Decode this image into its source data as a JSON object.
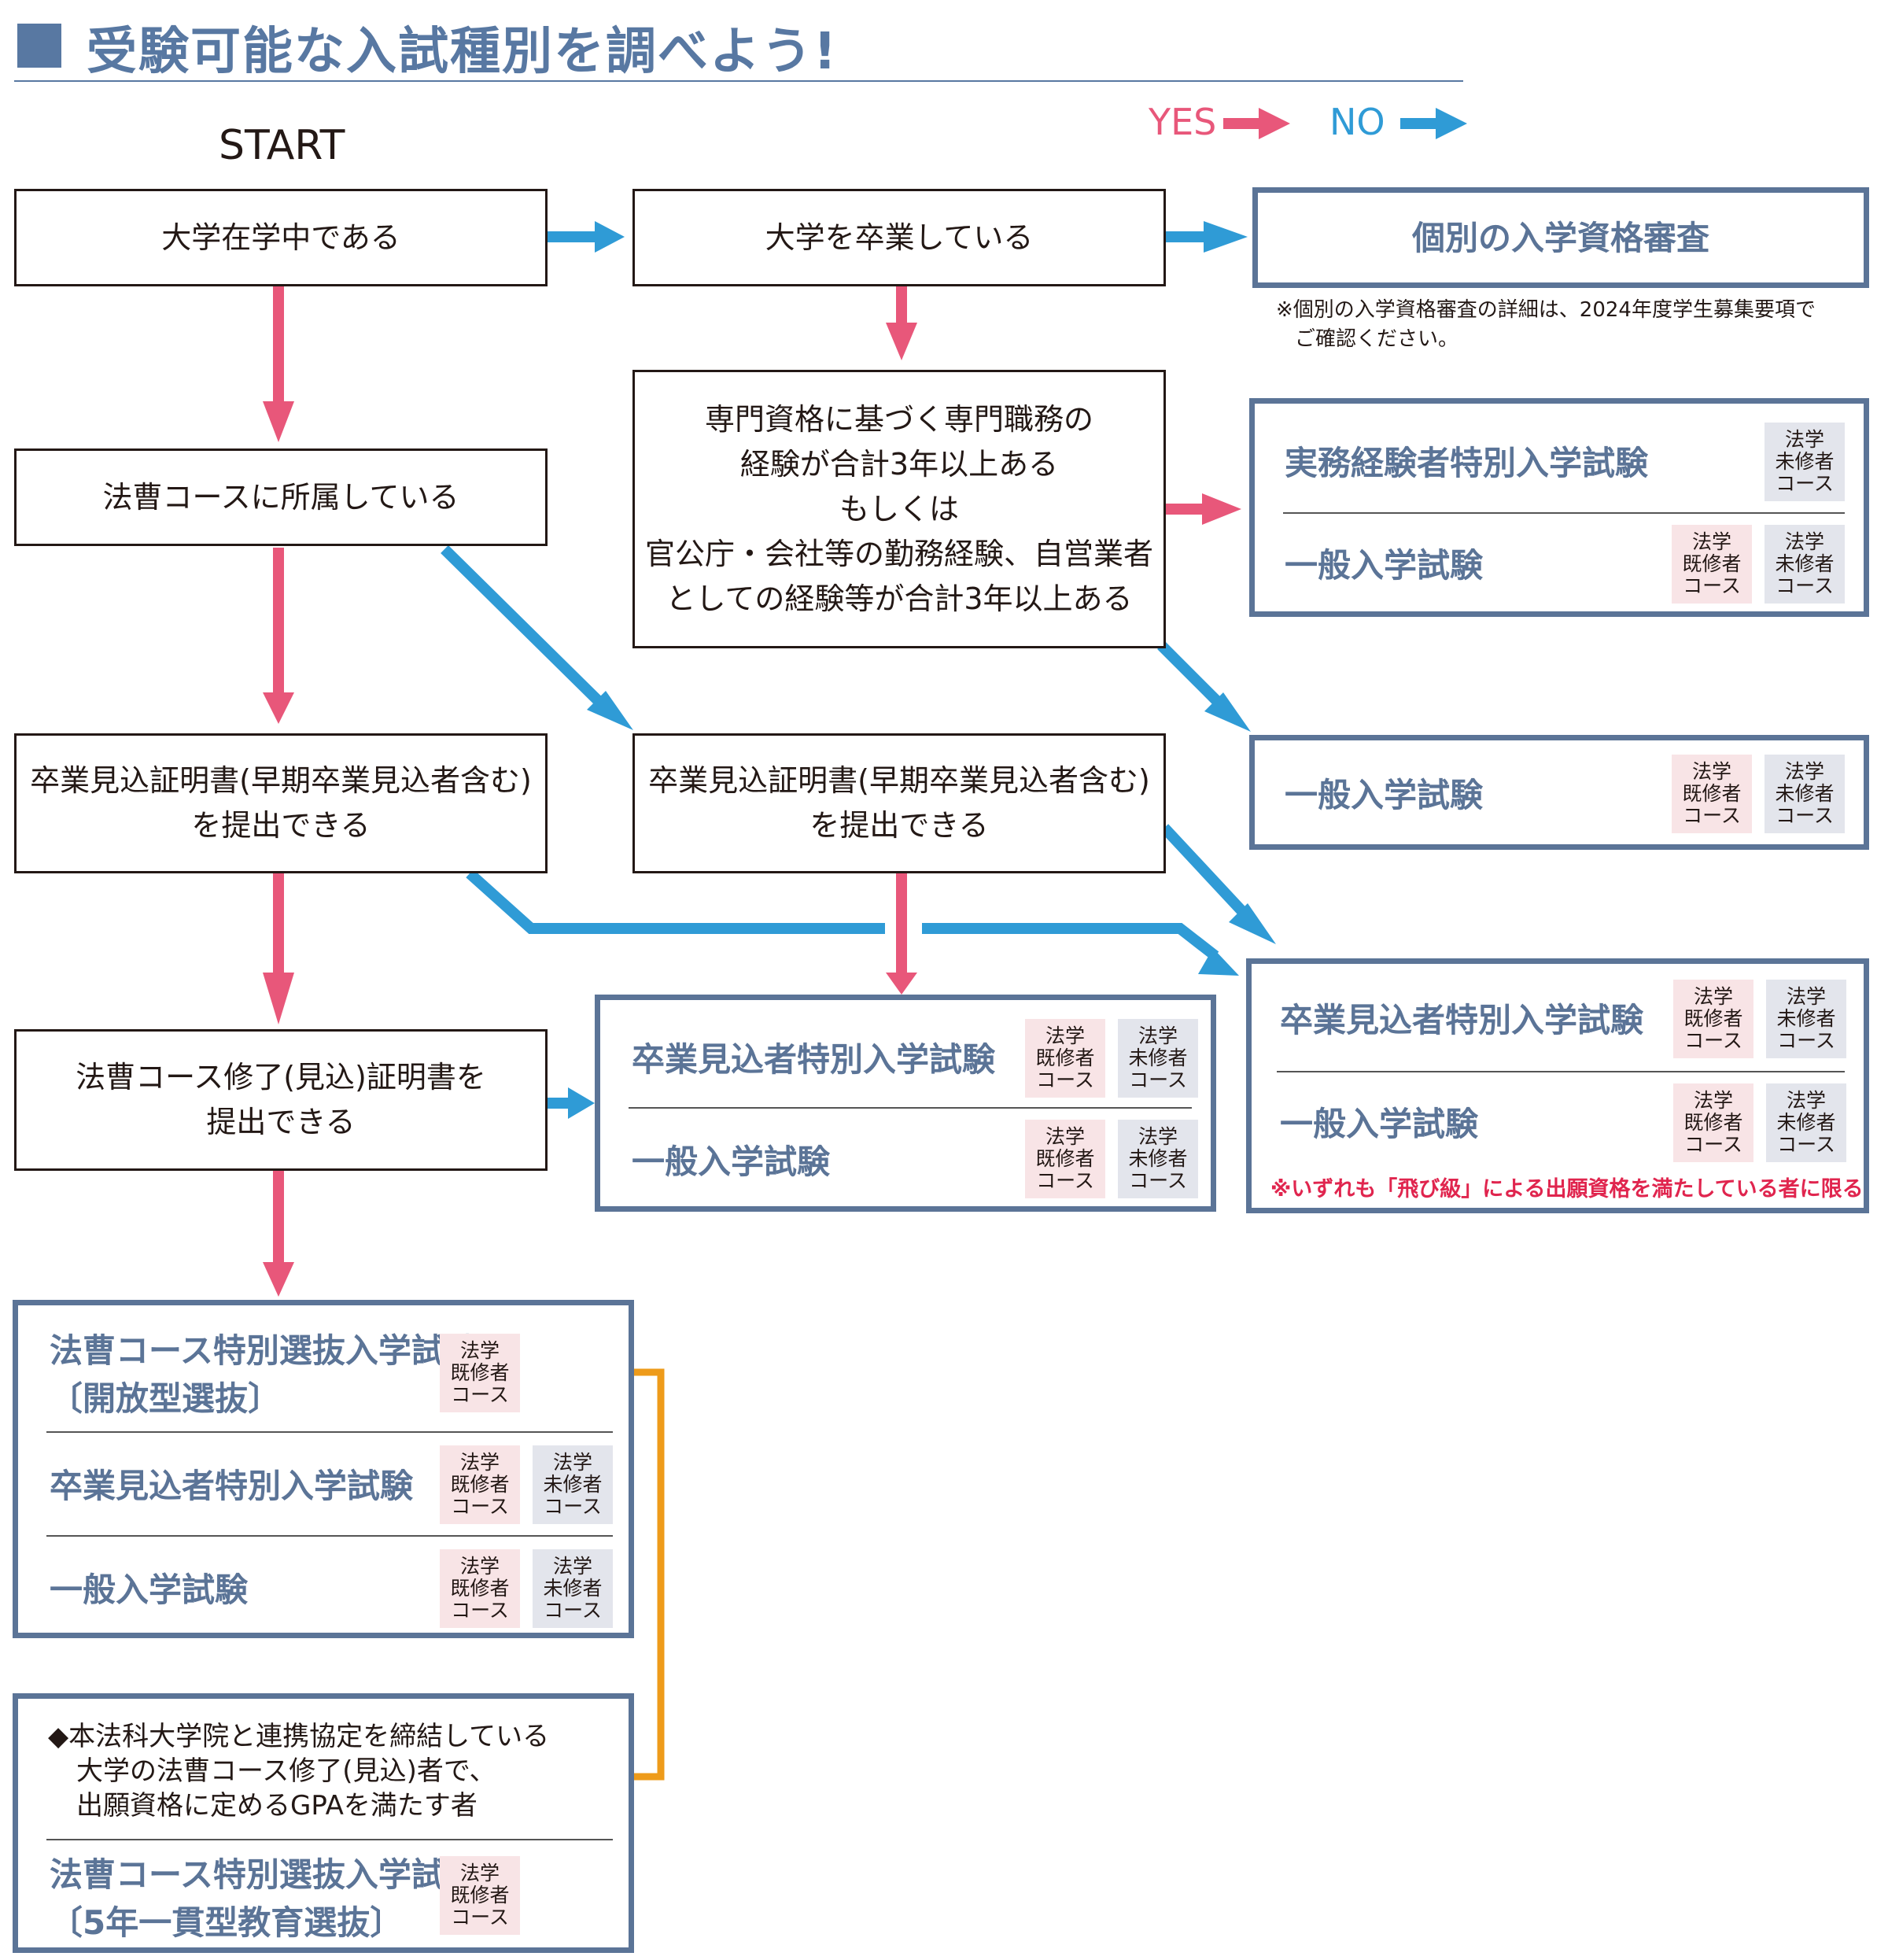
{
  "header": {
    "title": "受験可能な入試種別を調べよう!"
  },
  "legend": {
    "yes_label": "YES",
    "no_label": "NO"
  },
  "start_label": "START",
  "colors": {
    "yes": "#e8577a",
    "no": "#2f9bd6",
    "orange": "#ee9b1a",
    "box_border": "#5b7497"
  },
  "badges": {
    "kishu": [
      "法学",
      "既修者",
      "コース"
    ],
    "mishu": [
      "法学",
      "未修者",
      "コース"
    ]
  },
  "questions": {
    "q1": "大学在学中である",
    "q2": "大学を卒業している",
    "q3": "法曹コースに所属している",
    "q4": [
      "専門資格に基づく専門職務の",
      "経験が合計3年以上ある",
      "もしくは",
      "官公庁・会社等の勤務経験、自営業者",
      "としての経験等が合計3年以上ある"
    ],
    "q5": [
      "卒業見込証明書(早期卒業見込者含む)",
      "を提出できる"
    ],
    "q6": [
      "卒業見込証明書(早期卒業見込者含む)",
      "を提出できる"
    ],
    "q7": [
      "法曹コース修了(見込)証明書を",
      "提出できる"
    ]
  },
  "results": {
    "r_individual": {
      "title": "個別の入学資格審査",
      "note": [
        "※個別の入学資格審査の詳細は、2024年度学生募集要項で",
        "ご確認ください。"
      ]
    },
    "r_jitsumu": {
      "row1": "実務経験者特別入学試験",
      "row2": "一般入学試験"
    },
    "r_ippan": {
      "row1": "一般入学試験"
    },
    "r_sotsugyo_right": {
      "row1": "卒業見込者特別入学試験",
      "row2": "一般入学試験",
      "note": "※いずれも「飛び級」による出願資格を満たしている者に限る"
    },
    "r_sotsugyo_mid": {
      "row1": "卒業見込者特別入学試験",
      "row2": "一般入学試験"
    },
    "r_hoso": {
      "row1": [
        "法曹コース特別選抜入学試験",
        "〔開放型選抜〕"
      ],
      "row2": "卒業見込者特別入学試験",
      "row3": "一般入学試験"
    },
    "r_5nen": {
      "condition": [
        "◆本法科大学院と連携協定を締結している",
        "大学の法曹コース修了(見込)者で、",
        "出願資格に定めるGPAを満たす者"
      ],
      "row1": [
        "法曹コース特別選抜入学試験",
        "〔5年一貫型教育選抜〕"
      ]
    }
  }
}
